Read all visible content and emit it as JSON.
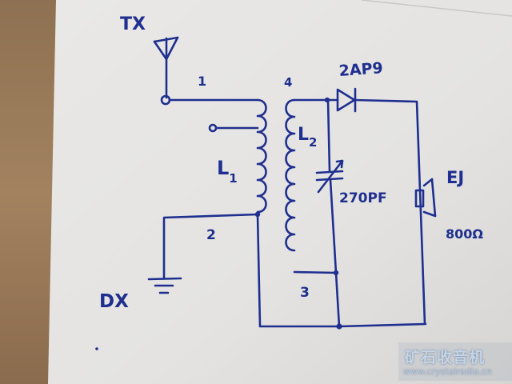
{
  "schematic": {
    "antenna_label": "TX",
    "terminal_1": "1",
    "terminal_2": "2",
    "terminal_3": "3",
    "terminal_4": "4",
    "coil1_label": "L",
    "coil1_sub": "1",
    "coil2_label": "L",
    "coil2_sub": "2",
    "diode_label": "2AP9",
    "capacitor_label": "270PF",
    "earphone_label": "EJ",
    "earphone_impedance": "800Ω",
    "ground_label": "DX"
  },
  "watermark": {
    "site_name": "矿石收音机",
    "url": "www.crystalradio.cn"
  },
  "colors": {
    "ink": "#1f2f8f",
    "paper": "#ecebe8",
    "table": "#9a7c5c"
  }
}
